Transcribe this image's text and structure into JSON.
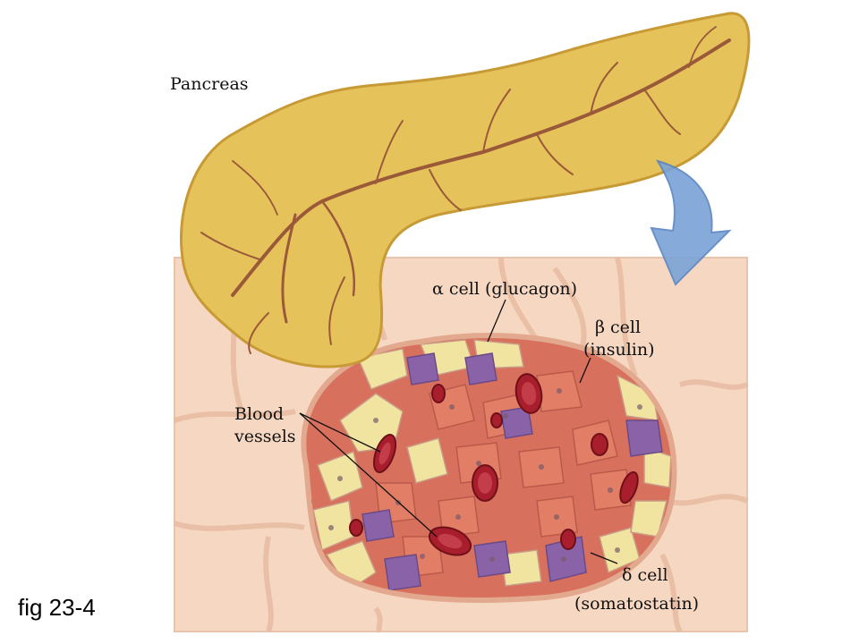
{
  "figure_label": "fig 23-4",
  "labels": {
    "pancreas": "Pancreas",
    "alpha_cell": "α cell (glucagon)",
    "beta_cell": "β cell",
    "beta_hormone": "(insulin)",
    "blood_vessels_1": "Blood",
    "blood_vessels_2": "vessels",
    "delta_cell": "δ cell",
    "delta_hormone": "(somatostatin)"
  },
  "colors": {
    "pancreas_fill": "#e6c35a",
    "pancreas_edge": "#c79a35",
    "duct": "#9a5a3a",
    "tissue_bg": "#f6d8c2",
    "tissue_lines": "#e7b9a0",
    "arrow": "#7aa3d8",
    "alpha_cell": "#f1e4a0",
    "beta_cell": "#d8705e",
    "delta_cell": "#8a62a8",
    "blood_vessel": "#a81e2c"
  }
}
